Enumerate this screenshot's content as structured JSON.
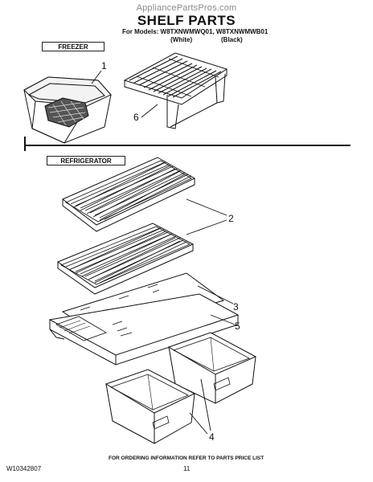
{
  "header": {
    "watermark": "AppliancePartsPros.com",
    "title": "SHELF PARTS",
    "models": "For Models: W8TXNWMWQ01, W8TXNWMWB01",
    "variant_white": "(White)",
    "variant_black": "(Black)"
  },
  "sections": {
    "freezer": "FREEZER",
    "refrigerator": "REFRIGERATOR"
  },
  "callouts": [
    "1",
    "6",
    "2",
    "3",
    "5",
    "4"
  ],
  "footer": {
    "note": "FOR ORDERING INFORMATION REFER TO PARTS PRICE LIST",
    "doc_number": "W10342807",
    "page_number": "11"
  }
}
